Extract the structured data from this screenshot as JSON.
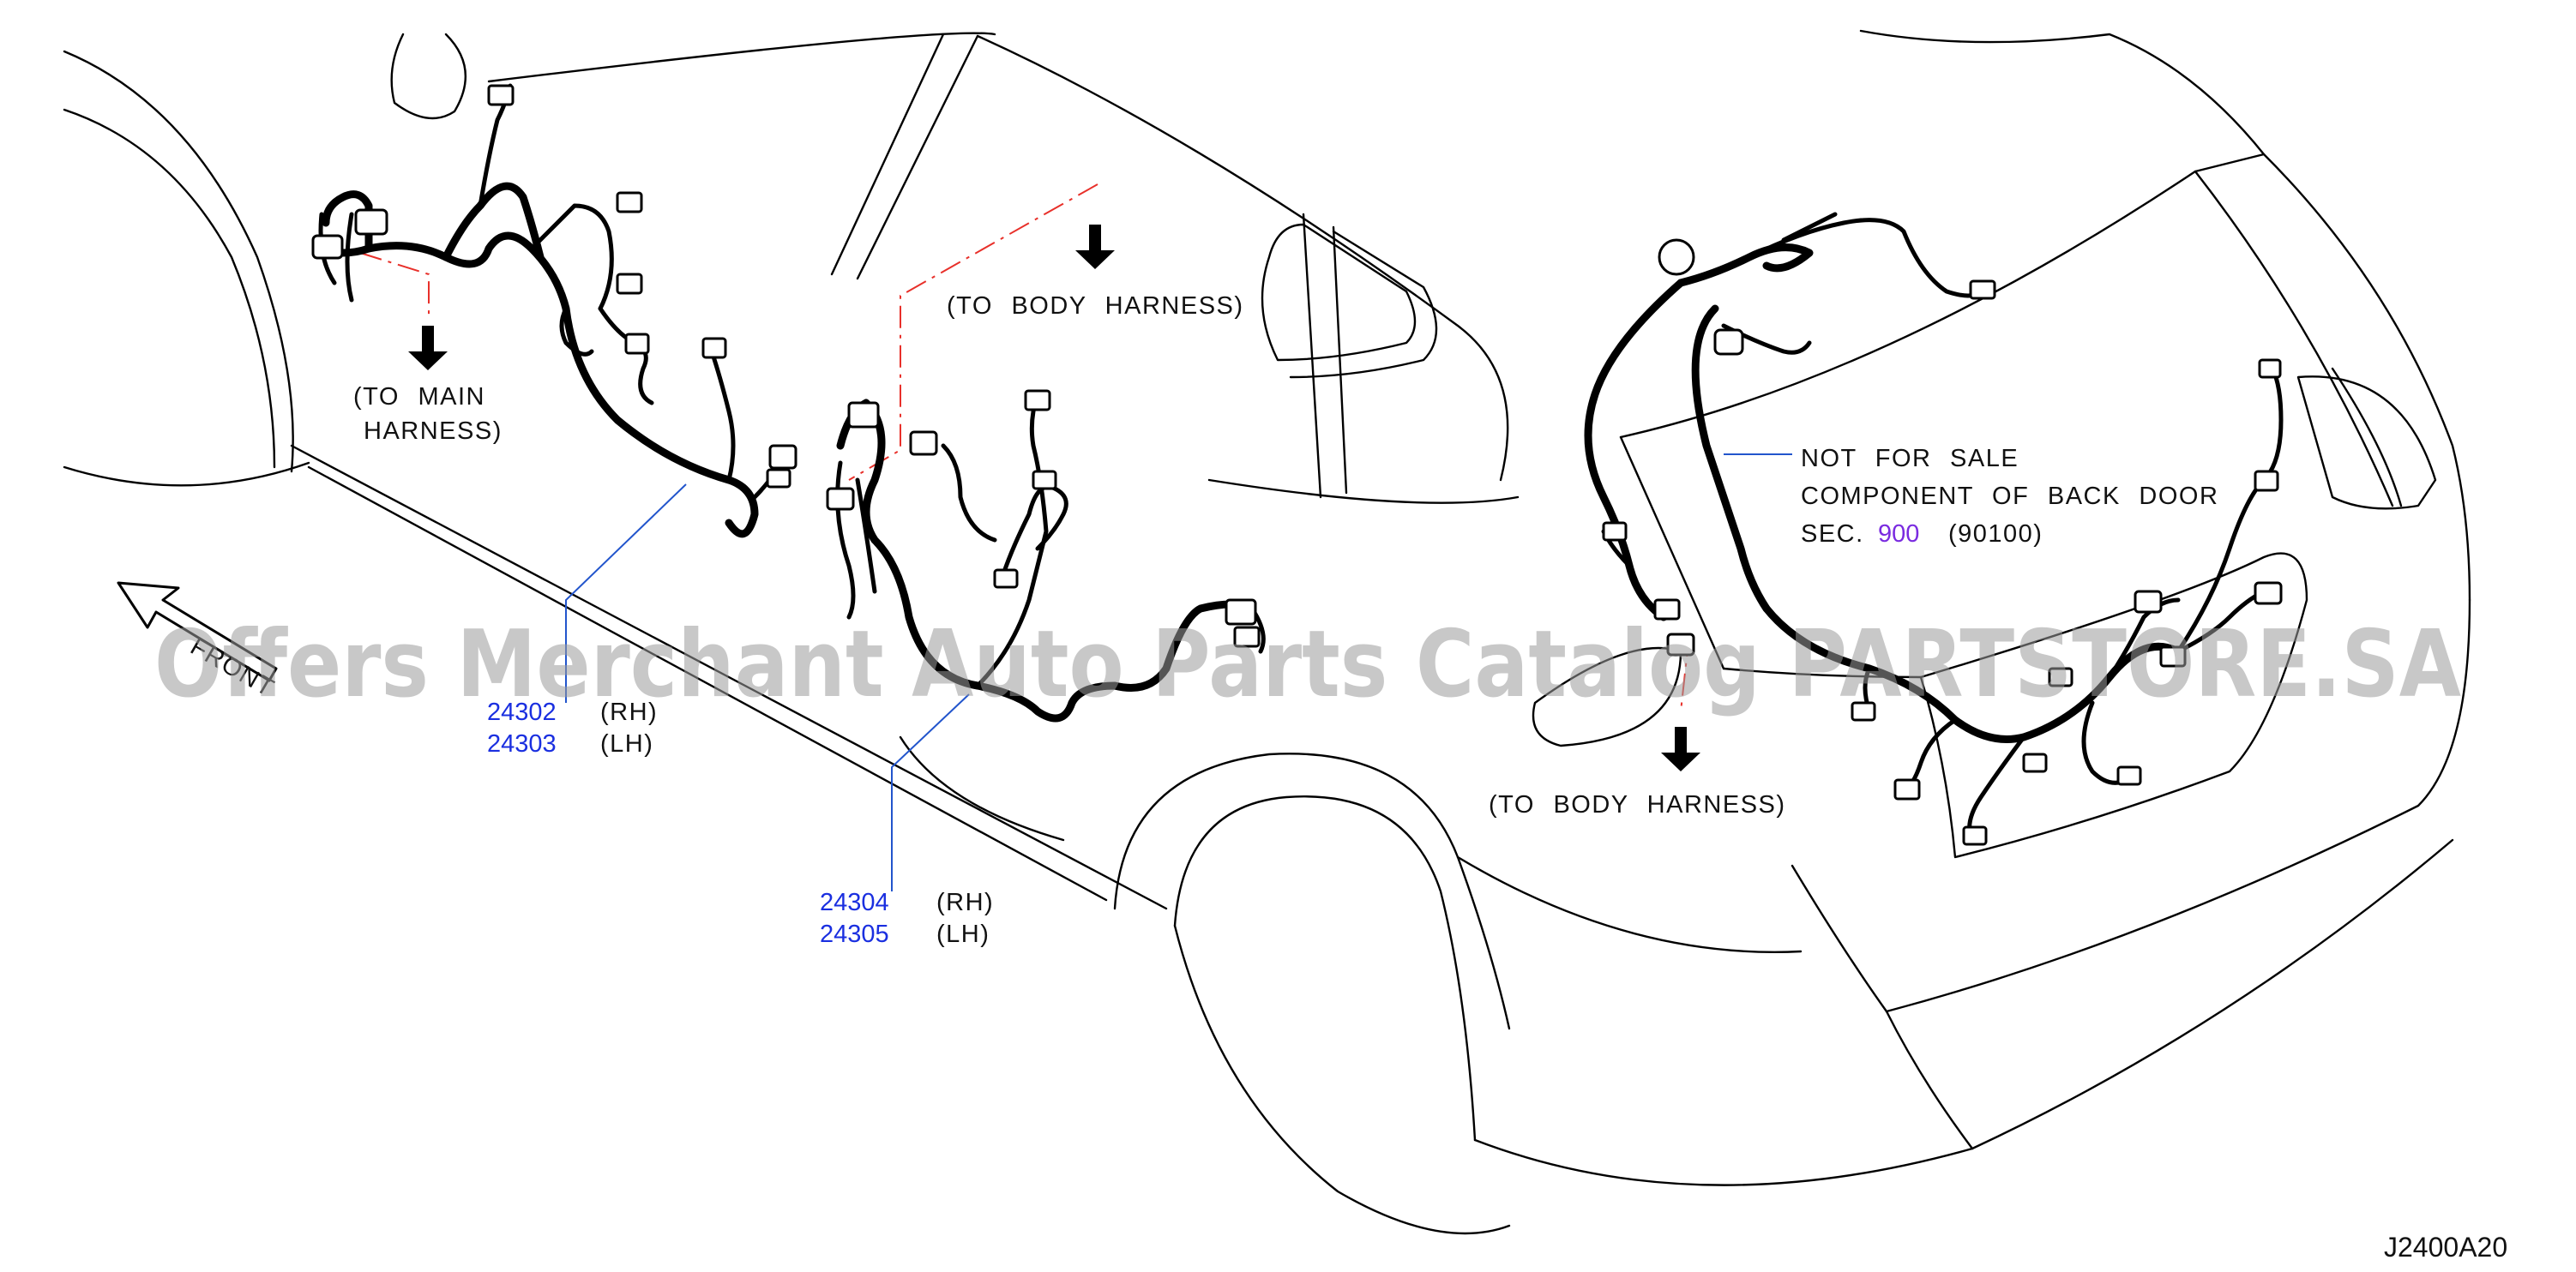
{
  "labels": {
    "to_main_line1": "(TO MAIN",
    "to_main_line2": "HARNESS)",
    "to_body_upper": "(TO BODY HARNESS)",
    "to_body_lower": "(TO BODY HARNESS)",
    "front": "FRONT",
    "nfs_line1": "NOT FOR SALE",
    "nfs_line2": "COMPONENT OF BACK DOOR",
    "nfs_sec_prefix": "SEC.",
    "nfs_sec_number": "900",
    "nfs_sec_code": "(90100)"
  },
  "parts": [
    {
      "number": "24302",
      "side": "(RH)"
    },
    {
      "number": "24303",
      "side": "(LH)"
    },
    {
      "number": "24304",
      "side": "(RH)"
    },
    {
      "number": "24305",
      "side": "(LH)"
    }
  ],
  "diagram_code": "J2400A20",
  "watermark": "Offers Merchant Auto Parts Catalog PARTSTORE.SA",
  "colors": {
    "part_number": "#1a2fe0",
    "section_number": "#7a2be0",
    "dash_line": "#e8302a",
    "leader_line": "#2255cc"
  }
}
